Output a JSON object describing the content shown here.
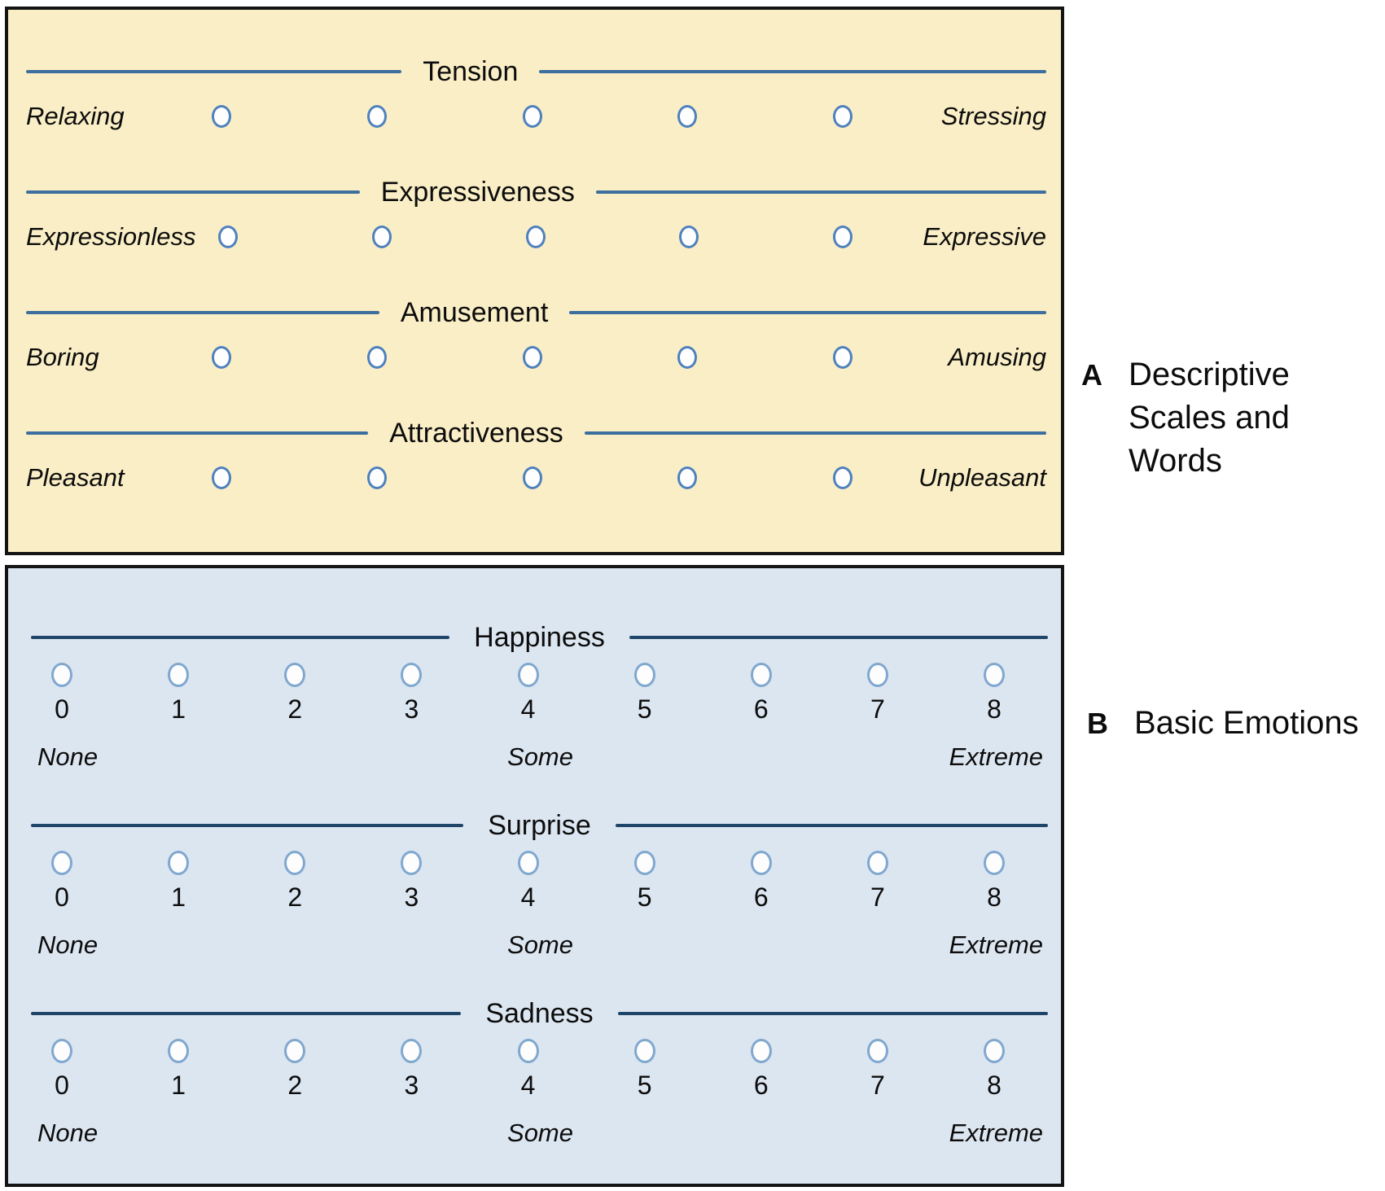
{
  "panel_a": {
    "label": "A",
    "caption": "Descriptive Scales and Words",
    "options_per_scale": 5,
    "colors": {
      "background": "#faeec6",
      "line": "#3c6e9e",
      "circle_border": "#4f81bd",
      "panel_border": "#141414"
    },
    "scales": [
      {
        "title": "Tension",
        "left_anchor": "Relaxing",
        "right_anchor": "Stressing"
      },
      {
        "title": "Expressiveness",
        "left_anchor": "Expressionless",
        "right_anchor": "Expressive"
      },
      {
        "title": "Amusement",
        "left_anchor": "Boring",
        "right_anchor": "Amusing"
      },
      {
        "title": "Attractiveness",
        "left_anchor": "Pleasant",
        "right_anchor": "Unpleasant"
      }
    ]
  },
  "panel_b": {
    "label": "B",
    "caption": "Basic Emotions",
    "colors": {
      "background": "#dce6f1",
      "line": "#1f4568",
      "circle_border": "#80a8cf",
      "panel_border": "#141414"
    },
    "point_labels": [
      "0",
      "1",
      "2",
      "3",
      "4",
      "5",
      "6",
      "7",
      "8"
    ],
    "anchor_labels": {
      "left": "None",
      "center": "Some",
      "right": "Extreme"
    },
    "scales": [
      {
        "title": "Happiness"
      },
      {
        "title": "Surprise"
      },
      {
        "title": "Sadness"
      }
    ]
  }
}
